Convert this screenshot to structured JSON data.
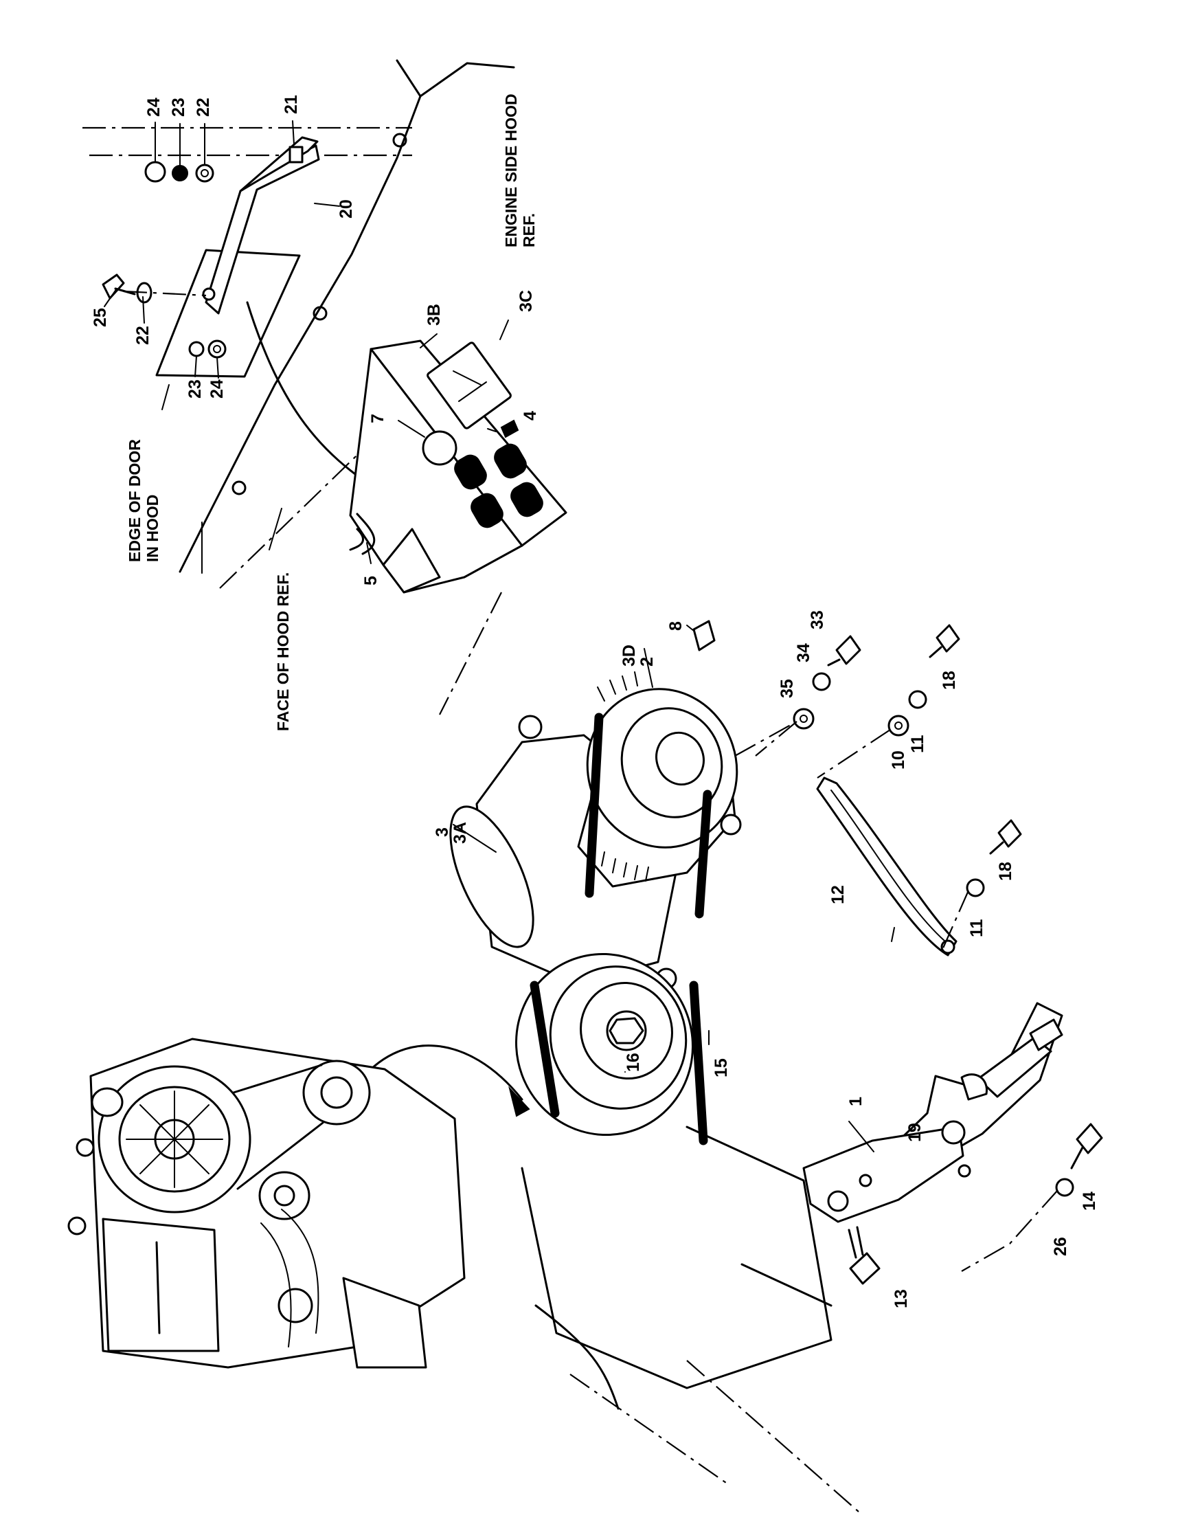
{
  "reference_labels": {
    "engine_side_hood_line1": "ENGINE SIDE HOOD",
    "engine_side_hood_line2": "REF.",
    "edge_of_door_line1": "EDGE OF DOOR",
    "edge_of_door_line2": "IN HOOD",
    "face_of_hood": "FACE OF HOOD REF."
  },
  "callouts": {
    "c1": "1",
    "c2": "2",
    "c3": "3",
    "c3a": "3A",
    "c3b": "3B",
    "c3c": "3C",
    "c3d": "3D",
    "c4": "4",
    "c5": "5",
    "c7": "7",
    "c8": "8",
    "c10": "10",
    "c11a": "11",
    "c11b": "11",
    "c12": "12",
    "c13": "13",
    "c14": "14",
    "c15": "15",
    "c16": "16",
    "c18a": "18",
    "c18b": "18",
    "c19": "19",
    "c20": "20",
    "c21": "21",
    "c22a": "22",
    "c22b": "22",
    "c23a": "23",
    "c23b": "23",
    "c24a": "24",
    "c24b": "24",
    "c25": "25",
    "c26": "26",
    "c33": "33",
    "c34": "34",
    "c35": "35"
  }
}
